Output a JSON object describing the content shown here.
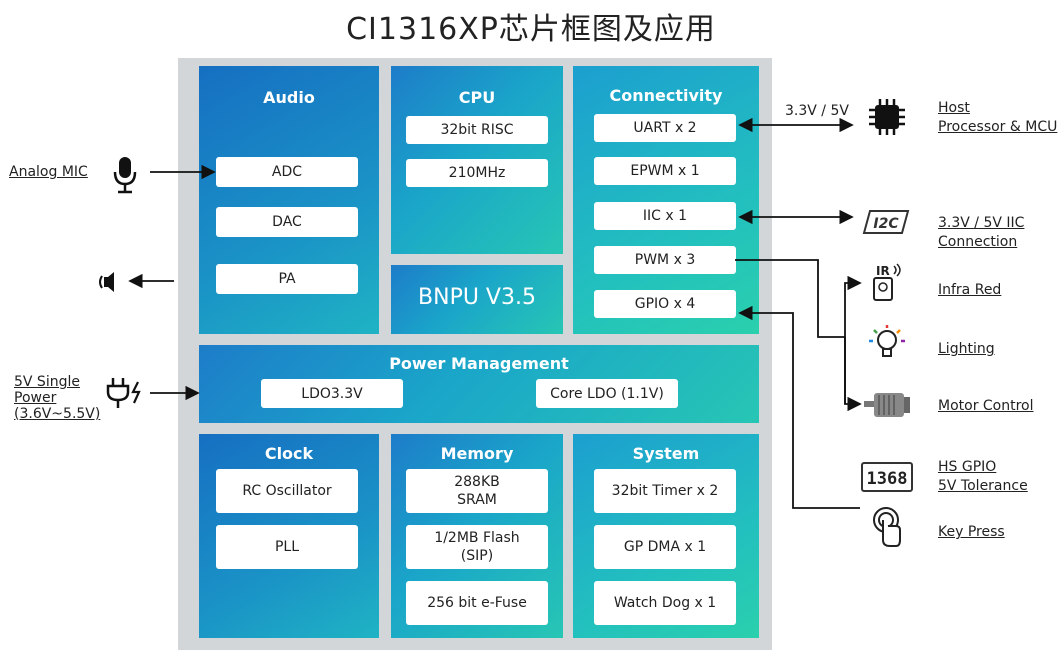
{
  "title": "CI1316XP芯片框图及应用",
  "blocks": {
    "audio": {
      "title": "Audio",
      "items": [
        "ADC",
        "DAC",
        "PA"
      ]
    },
    "cpu": {
      "title": "CPU",
      "items": [
        "32bit RISC",
        "210MHz"
      ]
    },
    "bnpu": {
      "title": "BNPU V3.5"
    },
    "connectivity": {
      "title": "Connectivity",
      "items": [
        "UART x 2",
        "EPWM x 1",
        "IIC x 1",
        "PWM x 3",
        "GPIO x 4"
      ]
    },
    "power": {
      "title": "Power Management",
      "items": [
        "LDO3.3V",
        "Core LDO (1.1V)"
      ]
    },
    "clock": {
      "title": "Clock",
      "items": [
        "RC Oscillator",
        "PLL"
      ]
    },
    "memory": {
      "title": "Memory",
      "items": [
        "288KB\nSRAM",
        "1/2MB Flash\n(SIP)",
        "256 bit e-Fuse"
      ]
    },
    "system": {
      "title": "System",
      "items": [
        "32bit Timer x 2",
        "GP DMA x 1",
        "Watch Dog x 1"
      ]
    }
  },
  "left_labels": {
    "mic": "Analog MIC",
    "power": "5V Single\nPower\n(3.6V~5.5V)"
  },
  "right_labels": {
    "uart_voltage": "3.3V / 5V",
    "host": "Host\nProcessor & MCU",
    "iic": "3.3V / 5V IIC\nConnection",
    "ir": "Infra Red",
    "lighting": "Lighting",
    "motor": "Motor Control",
    "hs_gpio": "HS GPIO\n5V Tolerance",
    "key": "Key Press"
  },
  "icons": {
    "i2c_text": "I2C",
    "ir_text": "IR",
    "display_text": "1368"
  },
  "colors": {
    "accent_dark": "#1d7cc9",
    "accent_light": "#27c6b4",
    "frame": "#d3d6d8"
  }
}
